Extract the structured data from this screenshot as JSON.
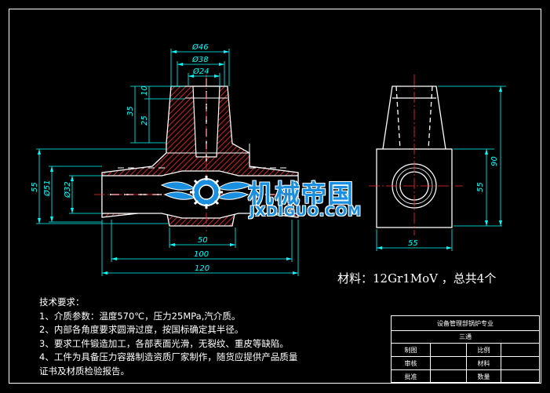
{
  "drawing": {
    "dimensions": {
      "d46": "Ø46",
      "d38": "Ø38",
      "d24": "Ø24",
      "h35": "35",
      "h25": "25",
      "h10": "10",
      "v55": "55",
      "d51": "Ø51",
      "d32": "Ø32",
      "w50": "50",
      "w100": "100",
      "w120": "120",
      "side_w55": "55",
      "side_h55": "55",
      "side_h90": "90"
    },
    "material_note": "材料：12Gr1MoV ，总共4个"
  },
  "tech_requirements": {
    "heading": "技术要求：",
    "items": [
      "1、介质参数：温度570℃，压力25MPa,汽介质。",
      "2、内部各角度要求圆滑过度，按国标确定其半径。",
      "3、要求工件锻造加工，各部表面光滑，无裂纹、重皮等缺陷。",
      "4、工件为具备压力容器制造资质厂家制作，随货应提供产品质量",
      "证书及材质检验报告。"
    ]
  },
  "title_block": {
    "unit": "设备管理部锅炉专业",
    "part_name": "三通",
    "drawn_label": "制图",
    "scale_label": "比例",
    "check_label": "审核",
    "material_label": "材料",
    "approve_label": "批准",
    "qty_label": "数量"
  },
  "watermark": {
    "main": "机械帝国",
    "sub": "JXDIGUO.COM"
  },
  "colors": {
    "outline": "#ffffff",
    "dimension": "#00ffff",
    "hatch": "#ff3030",
    "centerline": "#ff3030",
    "logo": "#1a8fe0"
  }
}
